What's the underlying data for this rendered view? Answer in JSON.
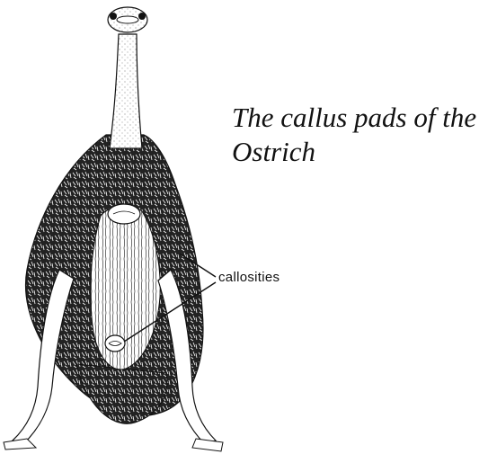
{
  "caption": {
    "line1": "The callus pads of the",
    "line2": "Ostrich"
  },
  "callout": {
    "label": "callosities"
  },
  "colors": {
    "ink": "#111111",
    "paper": "#ffffff"
  }
}
